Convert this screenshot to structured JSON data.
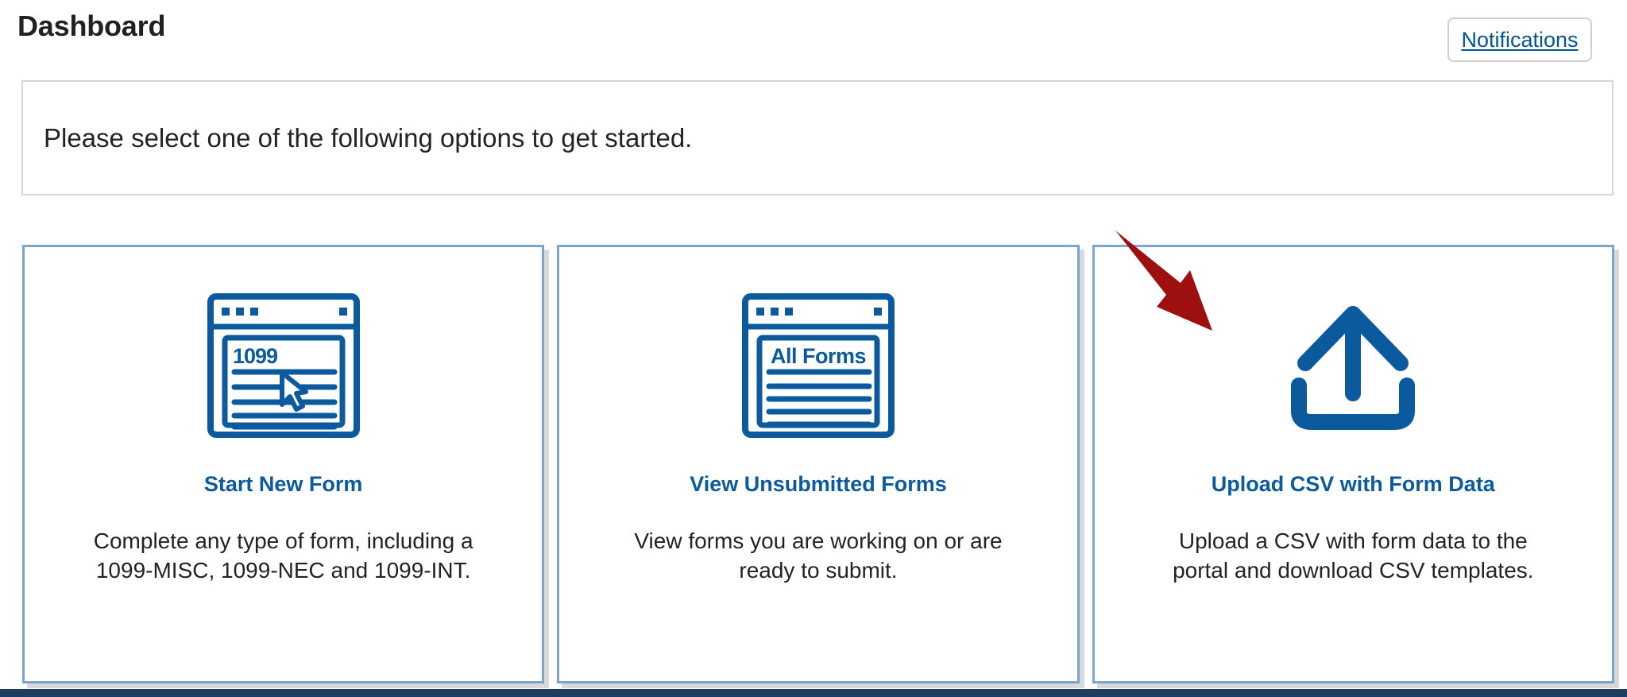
{
  "header": {
    "title": "Dashboard",
    "notifications_label": "Notifications"
  },
  "instruction": {
    "text": "Please select one of the following options to get started."
  },
  "cards": [
    {
      "icon": "form-1099-window-icon",
      "icon_label": "1099",
      "title": "Start New Form",
      "description": "Complete any type of form, including a\n1099-MISC, 1099-NEC and 1099-INT."
    },
    {
      "icon": "all-forms-window-icon",
      "icon_label": "All Forms",
      "title": "View Unsubmitted Forms",
      "description": "View forms you are working on or are\nready to submit."
    },
    {
      "icon": "upload-icon",
      "icon_label": "",
      "title": "Upload CSV with Form Data",
      "description": "Upload a CSV with form data to the\nportal and download CSV templates."
    }
  ],
  "annotation": {
    "type": "red-arrow",
    "points_to": "Upload CSV with Form Data",
    "color": "#9e0f10"
  },
  "colors": {
    "brand_blue": "#0b5a9e",
    "link_blue": "#05558f",
    "card_border": "#7ba5c9",
    "panel_border": "#d6d6d6",
    "footer_navy": "#1c3c60",
    "text": "#232323"
  }
}
